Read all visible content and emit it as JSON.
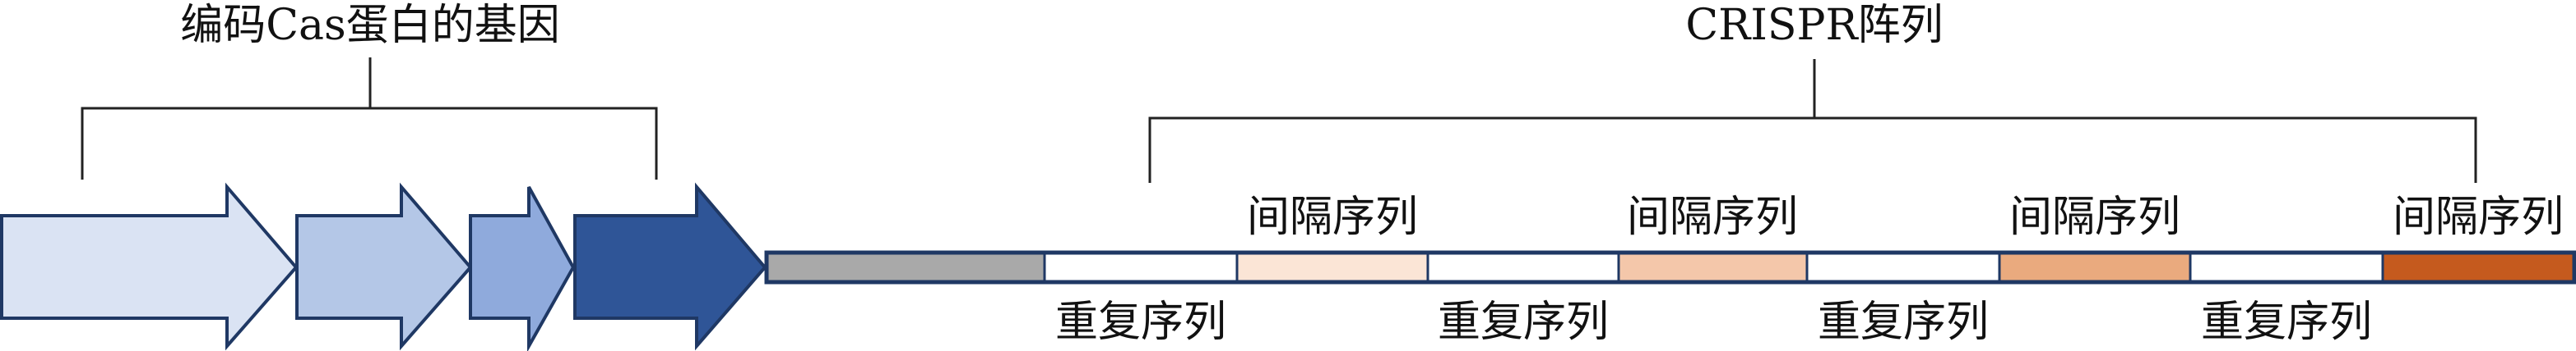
{
  "titles": {
    "cas_genes": "编码Cas蛋白的基因",
    "crispr_array": "CRISPR阵列"
  },
  "labels": {
    "spacer": "间隔序列",
    "repeat": "重复序列"
  },
  "colors": {
    "gene_1": "#dae3f3",
    "gene_2": "#b4c7e7",
    "gene_3": "#8faadc",
    "gene_4": "#2f5597",
    "outline": "#1f3864",
    "leader": "#a9a9a9",
    "repeat": "#ffffff",
    "spacer_1": "#fbe5d6",
    "spacer_2": "#f4c7aa",
    "spacer_3": "#eaaa7e",
    "spacer_4": "#c55a1e"
  }
}
